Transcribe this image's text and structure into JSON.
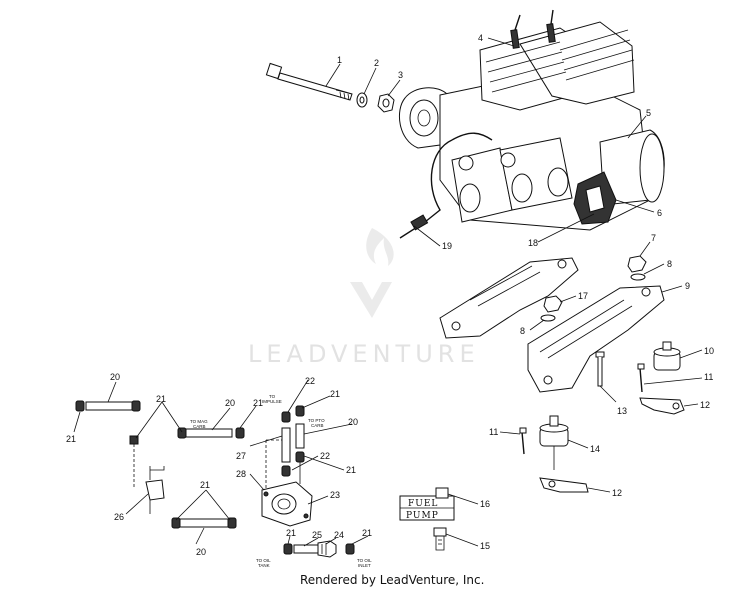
{
  "diagram": {
    "watermark": "LEADVENTURE",
    "footer": "Rendered by LeadVenture, Inc.",
    "fuel_pump_label_line1": "FUEL",
    "fuel_pump_label_line2": "PUMP",
    "hose_labels": {
      "to_mag_carb_1": "TO MAG",
      "to_mag_carb_2": "CARB",
      "to_impulse_1": "TO",
      "to_impulse_2": "IMPULSE",
      "to_pto_carb_1": "TO PTO",
      "to_pto_carb_2": "CARB",
      "to_oil_tank_1": "TO OIL",
      "to_oil_tank_2": "TANK",
      "to_oil_inlet_1": "TO OIL",
      "to_oil_inlet_2": "INLET"
    },
    "callouts": {
      "c1": "1",
      "c2": "2",
      "c3": "3",
      "c4": "4",
      "c5": "5",
      "c6": "6",
      "c7": "7",
      "c8a": "8",
      "c8b": "8",
      "c9": "9",
      "c10": "10",
      "c11a": "11",
      "c11b": "11",
      "c12a": "12",
      "c12b": "12",
      "c13": "13",
      "c14": "14",
      "c15": "15",
      "c16": "16",
      "c17": "17",
      "c18": "18",
      "c19": "19",
      "c20a": "20",
      "c20b": "20",
      "c20c": "20",
      "c20d": "20",
      "c21a": "21",
      "c21b": "21",
      "c21c": "21",
      "c21d": "21",
      "c21e": "21",
      "c21f": "21",
      "c21g": "21",
      "c22a": "22",
      "c22b": "22",
      "c23": "23",
      "c24": "24",
      "c25": "25",
      "c26": "26",
      "c27": "27",
      "c28": "28"
    }
  }
}
